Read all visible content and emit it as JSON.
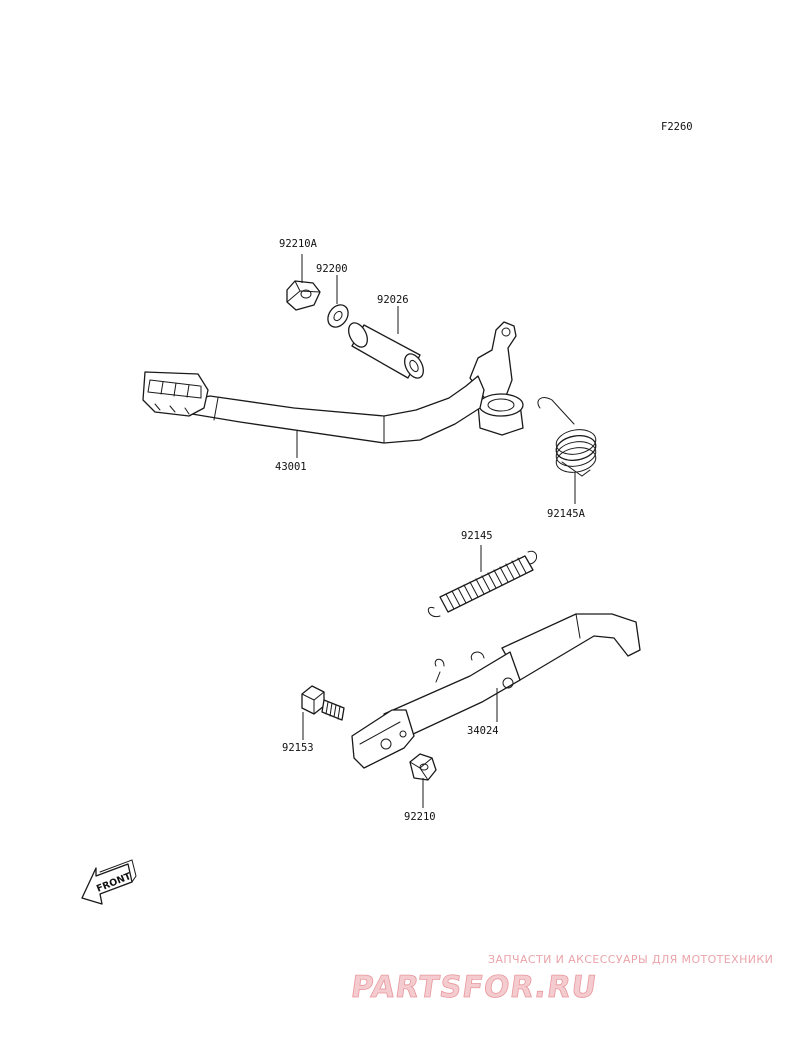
{
  "diagram_code": "F2260",
  "parts": {
    "p92210a": "92210A",
    "p92200": "92200",
    "p92026": "92026",
    "p43001": "43001",
    "p92145a": "92145A",
    "p92145": "92145",
    "p92153": "92153",
    "p34024": "34024",
    "p92210": "92210"
  },
  "front_arrow_label": "FRONT",
  "watermark": {
    "tagline": "ЗАПЧАСТИ И АКСЕССУАРЫ ДЛЯ МОТОТЕХНИКИ",
    "logo": "PARTSFOR.RU"
  }
}
